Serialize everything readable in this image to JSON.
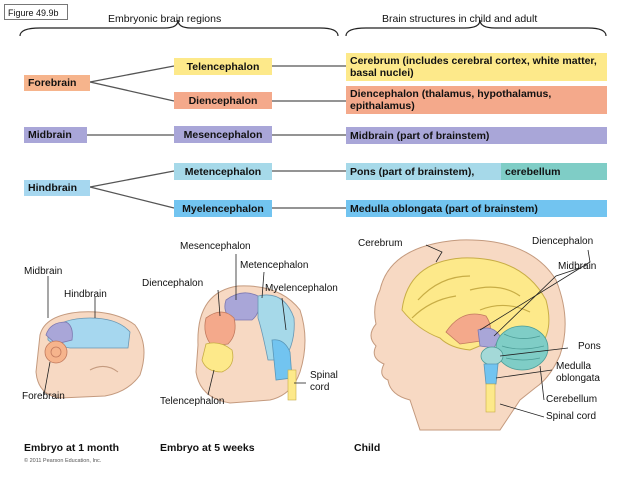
{
  "figure_label": "Figure 49.9b",
  "headers": {
    "embryonic": "Embryonic brain regions",
    "adult": "Brain structures in child and adult"
  },
  "regions": {
    "forebrain": "Forebrain",
    "midbrain": "Midbrain",
    "hindbrain": "Hindbrain"
  },
  "embryonic_regions": {
    "telencephalon": "Telencephalon",
    "diencephalon": "Diencephalon",
    "mesencephalon": "Mesencephalon",
    "metencephalon": "Metencephalon",
    "myelencephalon": "Myelencephalon"
  },
  "adult_structures": {
    "cerebrum": "Cerebrum (includes cerebral cortex, white matter, basal nuclei)",
    "diencephalon": "Diencephalon (thalamus, hypothalamus, epithalamus)",
    "midbrain": "Midbrain (part of brainstem)",
    "pons": "Pons (part of brainstem),",
    "cerebellum": "cerebellum",
    "medulla": "Medulla oblongata (part of brainstem)"
  },
  "embryo_month_labels": {
    "midbrain": "Midbrain",
    "hindbrain": "Hindbrain",
    "forebrain": "Forebrain"
  },
  "embryo_week_labels": {
    "mesencephalon": "Mesencephalon",
    "metencephalon": "Metencephalon",
    "diencephalon": "Diencephalon",
    "myelencephalon": "Myelencephalon",
    "spinal_cord": "Spinal cord",
    "telencephalon": "Telencephalon"
  },
  "child_labels": {
    "cerebrum": "Cerebrum",
    "diencephalon": "Diencephalon",
    "midbrain": "Midbrain",
    "pons": "Pons",
    "medulla": "Medulla oblongata",
    "cerebellum": "Cerebellum",
    "spinal_cord": "Spinal cord"
  },
  "captions": {
    "embryo_month": "Embryo at 1 month",
    "embryo_weeks": "Embryo at 5 weeks",
    "child": "Child"
  },
  "copyright": "© 2011 Pearson Education, Inc.",
  "colors": {
    "forebrain": "#f6b48c",
    "telencephalon": "#fde98a",
    "diencephalon": "#f4a98b",
    "midbrain": "#a9a6d8",
    "hindbrain": "#a6d7ef",
    "metencephalon": "#a6d9e9",
    "myelencephalon": "#72c4f0",
    "pons": "#a4d9d8",
    "cerebellum": "#7fcdc6",
    "skin": "#f7d9c3"
  }
}
